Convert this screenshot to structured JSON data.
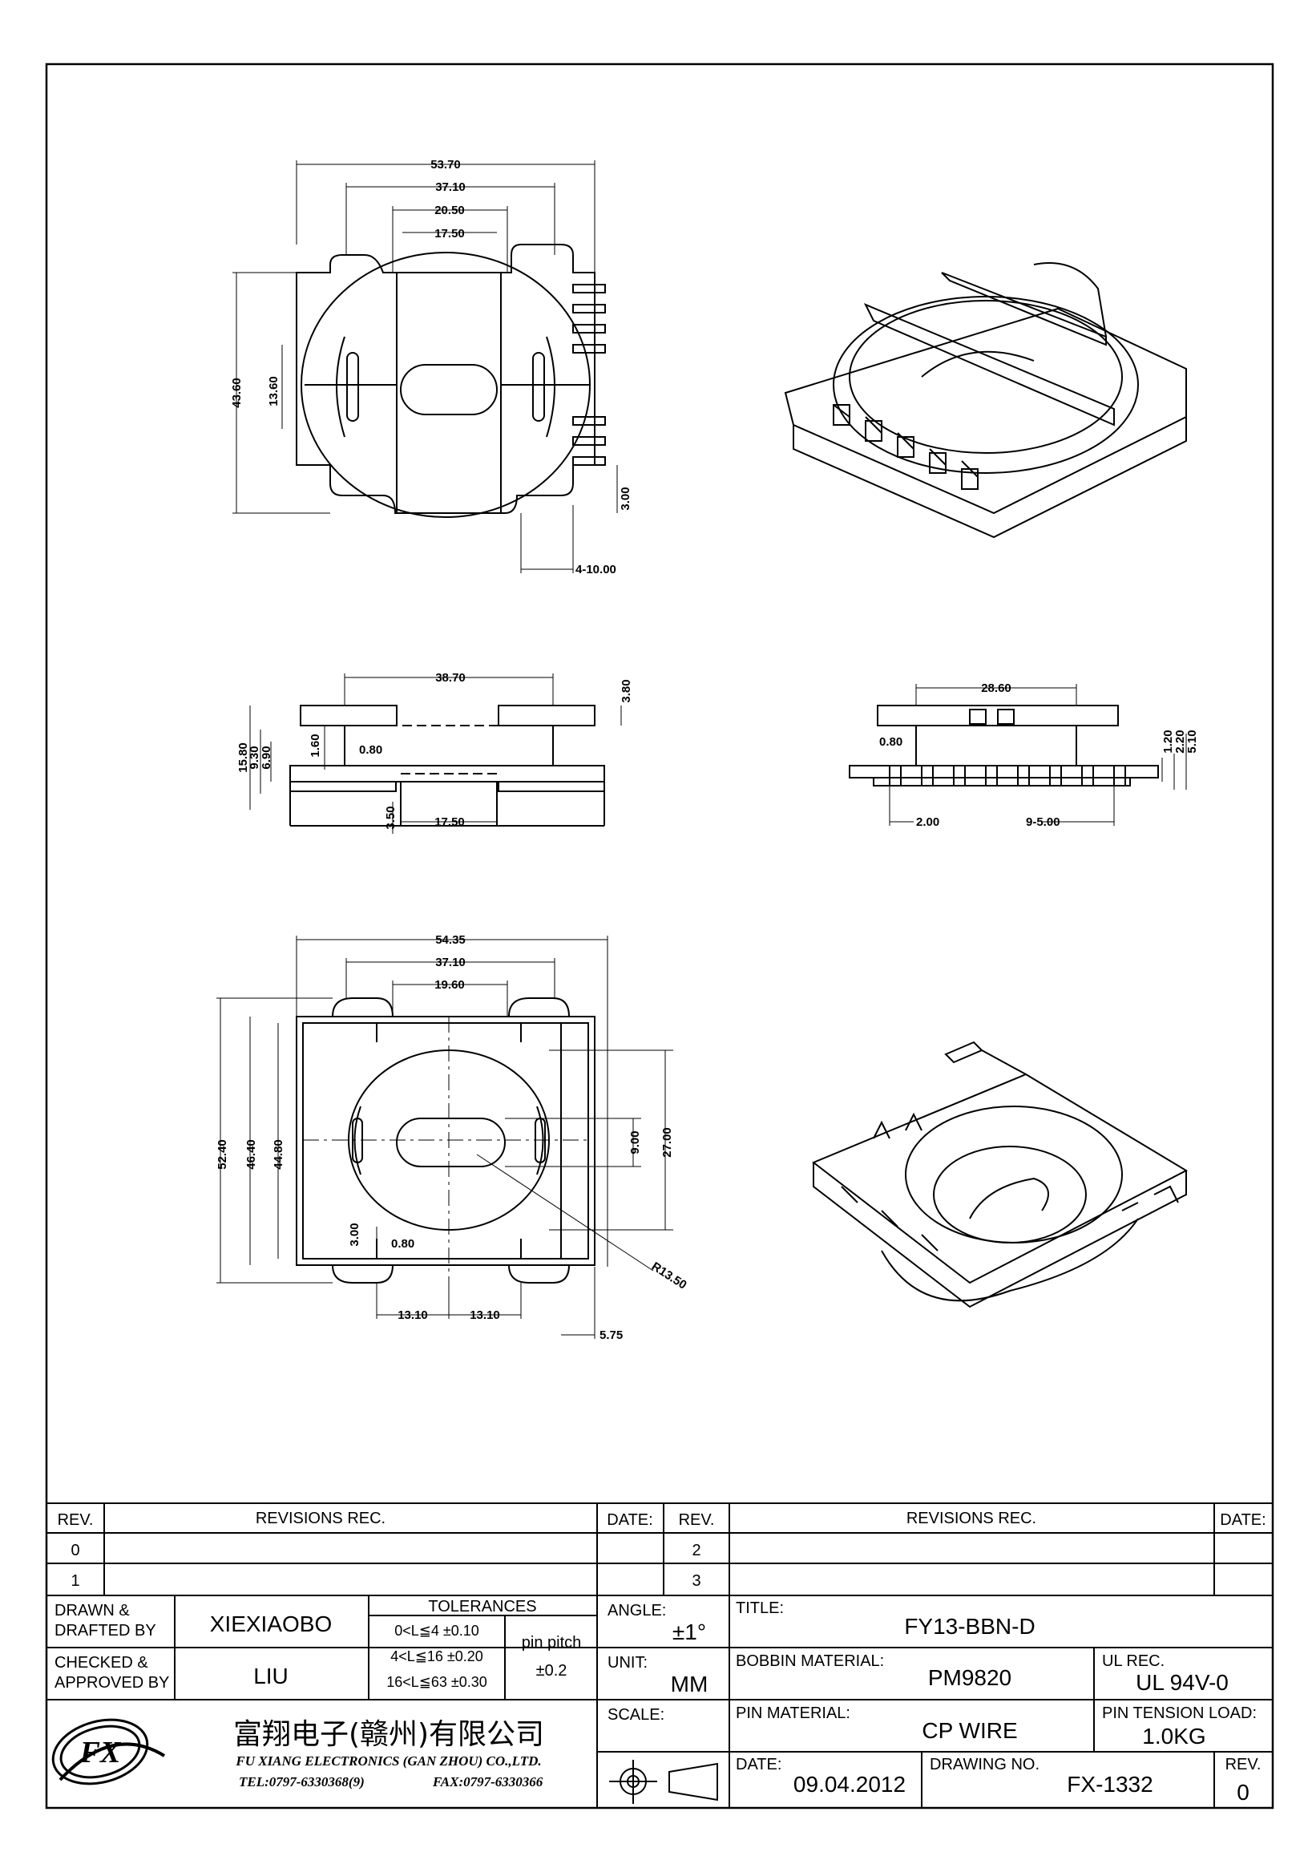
{
  "views": {
    "top": {
      "w_outer": "53.70",
      "w_mid": "37.10",
      "w_inner": "20.50",
      "w_slot": "17.50",
      "h_outer": "43.60",
      "h_slot": "13.60",
      "pin_h": "3.00",
      "pin_w": "4-10.00"
    },
    "front": {
      "w_top": "38.70",
      "h_step": "3.80",
      "h_total": "15.80",
      "h_a": "9.30",
      "h_b": "6.90",
      "h_c": "1.60",
      "gap": "0.80",
      "h_base": "3.50",
      "w_slot": "17.50"
    },
    "side": {
      "w": "28.60",
      "gap": "0.80",
      "h1": "1.20",
      "h2": "2.20",
      "h3": "5.10",
      "pin_w": "2.00",
      "pitch": "9-5.00"
    },
    "bottom": {
      "w_outer": "54.35",
      "w_mid": "37.10",
      "w_inner": "19.60",
      "h_outer": "52.40",
      "h_a": "46.40",
      "h_b": "44.80",
      "h_slot": "9.00",
      "h_oval": "27.00",
      "radius": "R13.50",
      "tab_h": "3.00",
      "tab_w": "0.80",
      "half_a": "13.10",
      "half_b": "13.10",
      "edge": "5.75"
    }
  },
  "title_block": {
    "rev_header": "REV.",
    "revisions_header": "REVISIONS   REC.",
    "date_header": "DATE:",
    "rev_rows": [
      "0",
      "1"
    ],
    "rev_rows_right": [
      "2",
      "3"
    ],
    "drawn_label": "DRAWN &\nDRAFTED BY",
    "drawn_value": "XIEXIAOBO",
    "checked_label": "CHECKED &\nAPPROVED BY",
    "checked_value": "LIU",
    "tolerances_label": "TOLERANCES",
    "tol_lines": [
      "0<L≦4   ±0.10",
      "4<L≦16  ±0.20",
      "16<L≦63  ±0.30"
    ],
    "pin_pitch_label": "pin pitch",
    "pin_pitch_value": "±0.2",
    "angle_label": "ANGLE:",
    "angle_value": "±1°",
    "unit_label": "UNIT:",
    "unit_value": "MM",
    "scale_label": "SCALE:",
    "title_label": "TITLE:",
    "title_value": "FY13-BBN-D",
    "bobbin_label": "BOBBIN MATERIAL:",
    "bobbin_value": "PM9820",
    "ul_label": "UL REC.",
    "ul_value": "UL 94V-0",
    "pin_label": "PIN MATERIAL:",
    "pin_value": "CP WIRE",
    "tension_label": "PIN TENSION LOAD:",
    "tension_value": "1.0KG",
    "date_label": "DATE:",
    "date_value": "09.04.2012",
    "drawing_label": "DRAWING NO.",
    "drawing_value": "FX-1332",
    "rev_label": "REV.",
    "rev_value": "0",
    "company_cn": "富翔电子(赣州)有限公司",
    "company_en": "FU XIANG ELECTRONICS (GAN ZHOU) CO.,LTD.",
    "tel": "TEL:0797-6330368(9)",
    "fax": "FAX:0797-6330366",
    "logo": "FX"
  }
}
